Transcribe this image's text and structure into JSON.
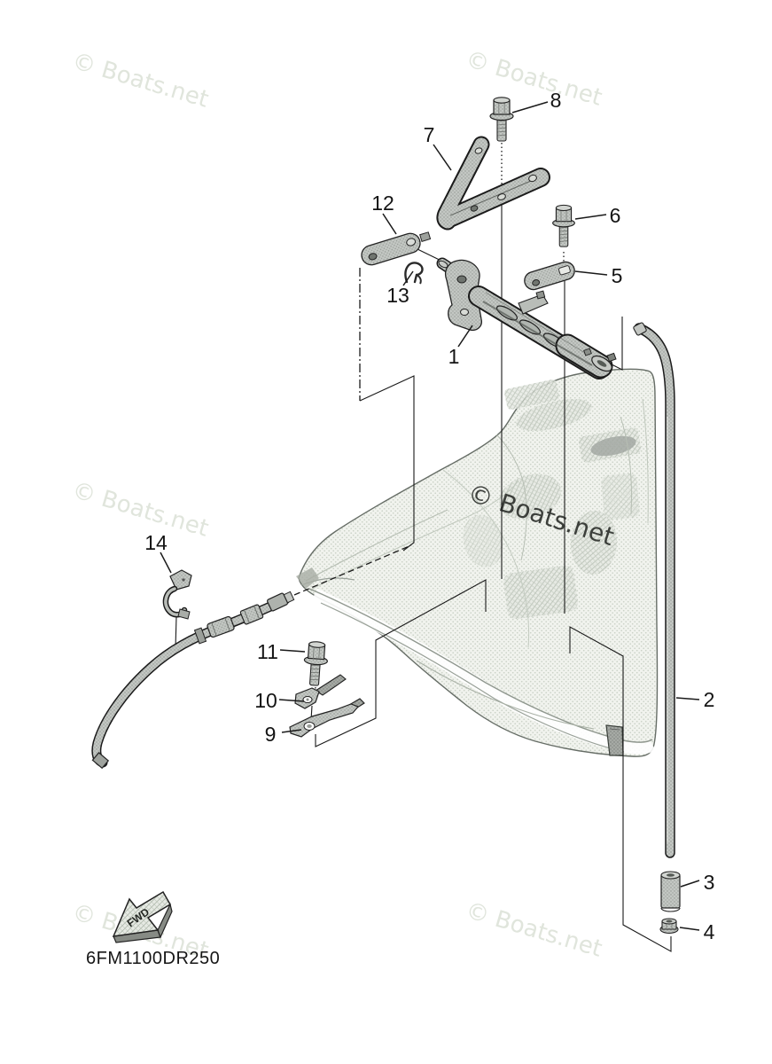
{
  "diagram": {
    "code": "6FM1100DR250",
    "fwd": {
      "label": "FWD"
    },
    "watermark": {
      "text": "© Boats.net",
      "light_color": "#e0e5dc",
      "dark_color": "#3c3f3b"
    },
    "callouts": {
      "c1": "1",
      "c2": "2",
      "c3": "3",
      "c4": "4",
      "c5": "5",
      "c6": "6",
      "c7": "7",
      "c8": "8",
      "c9": "9",
      "c10": "10",
      "c11": "11",
      "c12": "12",
      "c13": "13",
      "c14": "14"
    },
    "colors": {
      "background": "#ffffff",
      "line": "#1a1a1a",
      "part_gray": "#c3c7c3",
      "cowling_tint": "#f1f3ee",
      "callout_text": "#141414"
    }
  }
}
